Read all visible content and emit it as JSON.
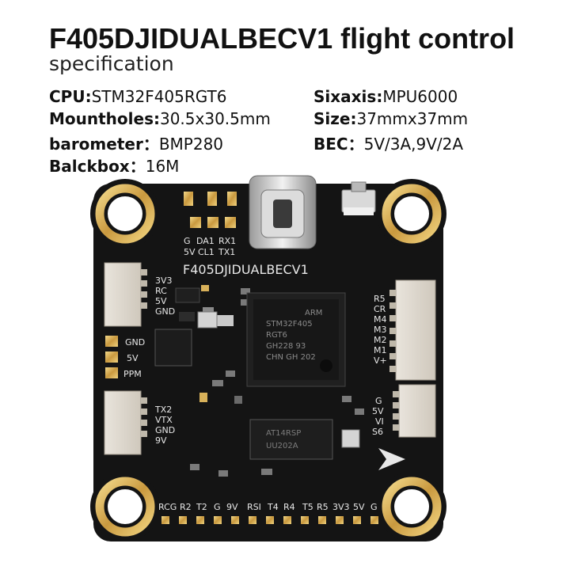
{
  "title": "F405DJIDUALBECV1 flight control",
  "subtitle": "specification",
  "specs": [
    {
      "key": "CPU:",
      "value": "STM32F405RGT6"
    },
    {
      "key": "Sixaxis:",
      "value": "MPU6000"
    },
    {
      "key": "Mountholes:",
      "value": "30.5x30.5mm"
    },
    {
      "key": "Size:",
      "value": "37mmx37mm"
    },
    {
      "key": "barometer：",
      "value": "BMP280"
    },
    {
      "key": "BEC：",
      "value": "5V/3A,9V/2A"
    },
    {
      "key": "Balckbox：",
      "value": "16M"
    }
  ],
  "board": {
    "name": "F405DJIDUALBECV1",
    "top_pad_labels": [
      "G",
      "DA1",
      "RX1",
      "5V",
      "CL1",
      "TX1"
    ],
    "left_upper_labels": [
      "3V3",
      "RC",
      "5V",
      "GND"
    ],
    "left_mid_labels": [
      "GND",
      "5V",
      "PPM"
    ],
    "left_lower_labels": [
      "TX2",
      "VTX",
      "GND",
      "9V"
    ],
    "right_upper_labels": [
      "R5",
      "CR",
      "M4",
      "M3",
      "M2",
      "M1",
      "V+"
    ],
    "right_lower_labels": [
      "G",
      "5V",
      "VI",
      "S6"
    ],
    "bottom_labels": [
      "RCG",
      "R2",
      "T2",
      "G",
      "9V",
      "RSI",
      "T4",
      "R4",
      "T5",
      "R5",
      "3V3",
      "5V",
      "G"
    ],
    "mcu_marks": [
      "ARM",
      "STM32F405",
      "RGT6",
      "GH228 93",
      "CHN GH 202"
    ],
    "flash_marks": [
      "AT14RSP",
      "UU202A"
    ],
    "colors": {
      "pcb": "#141414",
      "gold": "#d8b15a",
      "silk": "#e8e8e8"
    }
  }
}
